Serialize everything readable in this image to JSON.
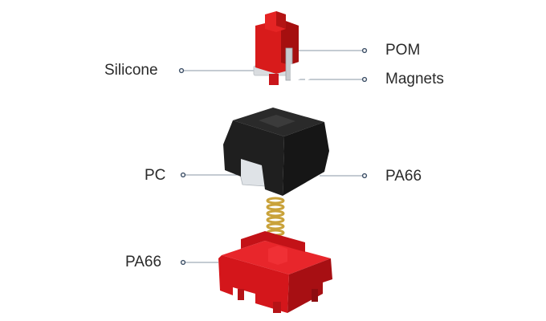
{
  "diagram": {
    "labels": {
      "silicone": "Silicone",
      "pom": "POM",
      "magnets": "Magnets",
      "pc": "PC",
      "pa66_housing": "PA66",
      "pa66_base": "PA66"
    },
    "colors": {
      "stem_red": "#d81b1b",
      "stem_dark": "#a50f0f",
      "housing_black": "#1f1f1f",
      "lens_clear": "#dfe3e7",
      "spring_gold": "#c9a23a",
      "base_red": "#d4161b",
      "leader_line": "#8a97a6",
      "leader_dot": "#3c4f66",
      "label_text": "#2a2a2a"
    }
  }
}
